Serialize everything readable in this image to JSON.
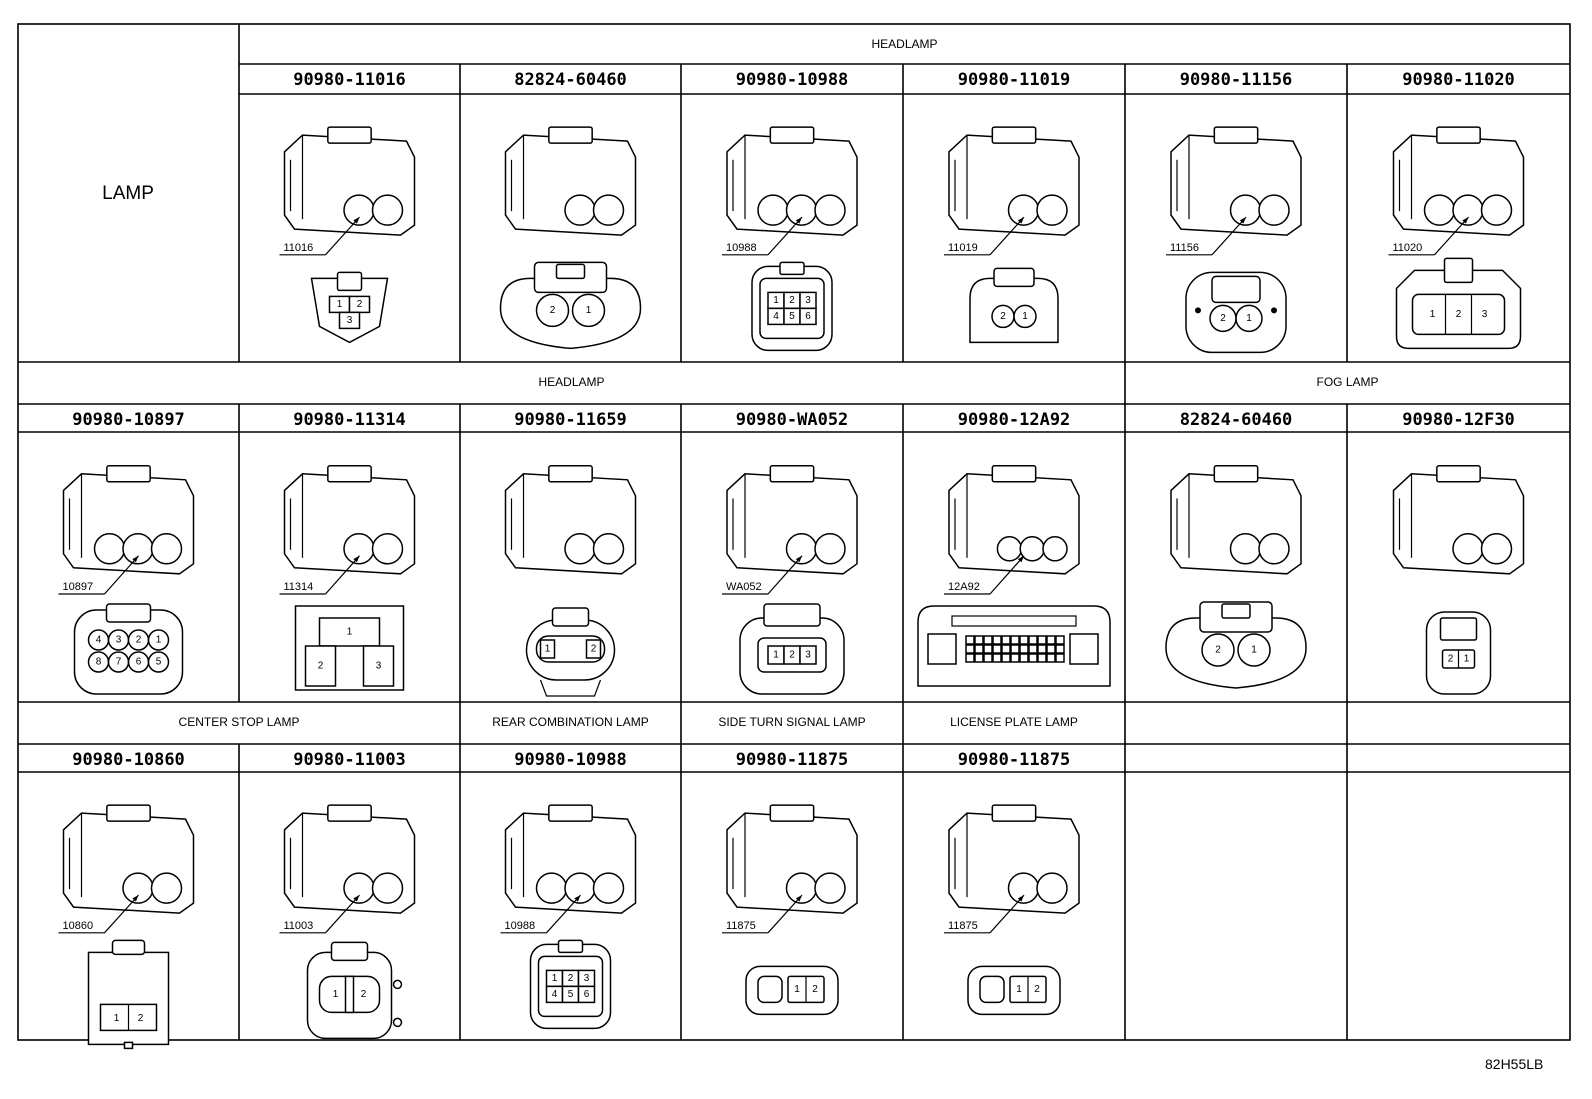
{
  "diagram": {
    "lamp_label": "LAMP",
    "footer_code": "82H55LB",
    "rows": [
      {
        "sections": [
          {
            "label": "HEADLAMP",
            "span": 6
          }
        ],
        "cells": [
          {
            "part": "90980-11016",
            "code": "11016",
            "kind": "tri",
            "terminals": [
              "1",
              "2",
              "3"
            ]
          },
          {
            "part": "82824-60460",
            "code": "",
            "kind": "twin",
            "terminals": [
              "2",
              "1"
            ]
          },
          {
            "part": "90980-10988",
            "code": "10988",
            "kind": "six",
            "terminals": [
              "1",
              "2",
              "3",
              "4",
              "5",
              "6"
            ]
          },
          {
            "part": "90980-11019",
            "code": "11019",
            "kind": "twin-small",
            "terminals": [
              "2",
              "1"
            ]
          },
          {
            "part": "90980-11156",
            "code": "11156",
            "kind": "twin-wide",
            "terminals": [
              "2",
              "1"
            ]
          },
          {
            "part": "90980-11020",
            "code": "11020",
            "kind": "triple-wide",
            "terminals": [
              "1",
              "2",
              "3"
            ]
          }
        ]
      },
      {
        "sections": [
          {
            "label": "HEADLAMP",
            "span": 5
          },
          {
            "label": "FOG LAMP",
            "span": 2
          }
        ],
        "cells": [
          {
            "part": "90980-10897",
            "code": "10897",
            "kind": "eight",
            "terminals": [
              "4",
              "3",
              "2",
              "1",
              "8",
              "7",
              "6",
              "5"
            ]
          },
          {
            "part": "90980-11314",
            "code": "11314",
            "kind": "block",
            "terminals": [
              "1",
              "2",
              "3"
            ]
          },
          {
            "part": "90980-11659",
            "code": "",
            "kind": "pair-clip",
            "terminals": [
              "1",
              "2"
            ]
          },
          {
            "part": "90980-WA052",
            "code": "WA052",
            "kind": "row3",
            "terminals": [
              "1",
              "2",
              "3"
            ]
          },
          {
            "part": "90980-12A92",
            "code": "12A92",
            "kind": "multi",
            "terminals": []
          },
          {
            "part": "82824-60460",
            "code": "",
            "kind": "twin",
            "terminals": [
              "2",
              "1"
            ]
          },
          {
            "part": "90980-12F30",
            "code": "",
            "kind": "mini2",
            "terminals": [
              "2",
              "1"
            ]
          }
        ]
      },
      {
        "sections": [
          {
            "label": "CENTER STOP LAMP",
            "span": 2
          },
          {
            "label": "REAR COMBINATION LAMP",
            "span": 1
          },
          {
            "label": "SIDE TURN SIGNAL LAMP",
            "span": 1
          },
          {
            "label": "LICENSE PLATE LAMP",
            "span": 1
          },
          {
            "label": "",
            "span": 1
          },
          {
            "label": "",
            "span": 1
          }
        ],
        "cells": [
          {
            "part": "90980-10860",
            "code": "10860",
            "kind": "wedge2",
            "terminals": [
              "1",
              "2"
            ]
          },
          {
            "part": "90980-11003",
            "code": "11003",
            "kind": "round2",
            "terminals": [
              "1",
              "2"
            ]
          },
          {
            "part": "90980-10988",
            "code": "10988",
            "kind": "six",
            "terminals": [
              "1",
              "2",
              "3",
              "4",
              "5",
              "6"
            ]
          },
          {
            "part": "90980-11875",
            "code": "11875",
            "kind": "small2",
            "terminals": [
              "1",
              "2"
            ]
          },
          {
            "part": "90980-11875",
            "code": "11875",
            "kind": "small2",
            "terminals": [
              "1",
              "2"
            ]
          },
          {
            "part": "",
            "code": "",
            "kind": "empty",
            "terminals": []
          },
          {
            "part": "",
            "code": "",
            "kind": "empty",
            "terminals": []
          }
        ]
      }
    ]
  }
}
